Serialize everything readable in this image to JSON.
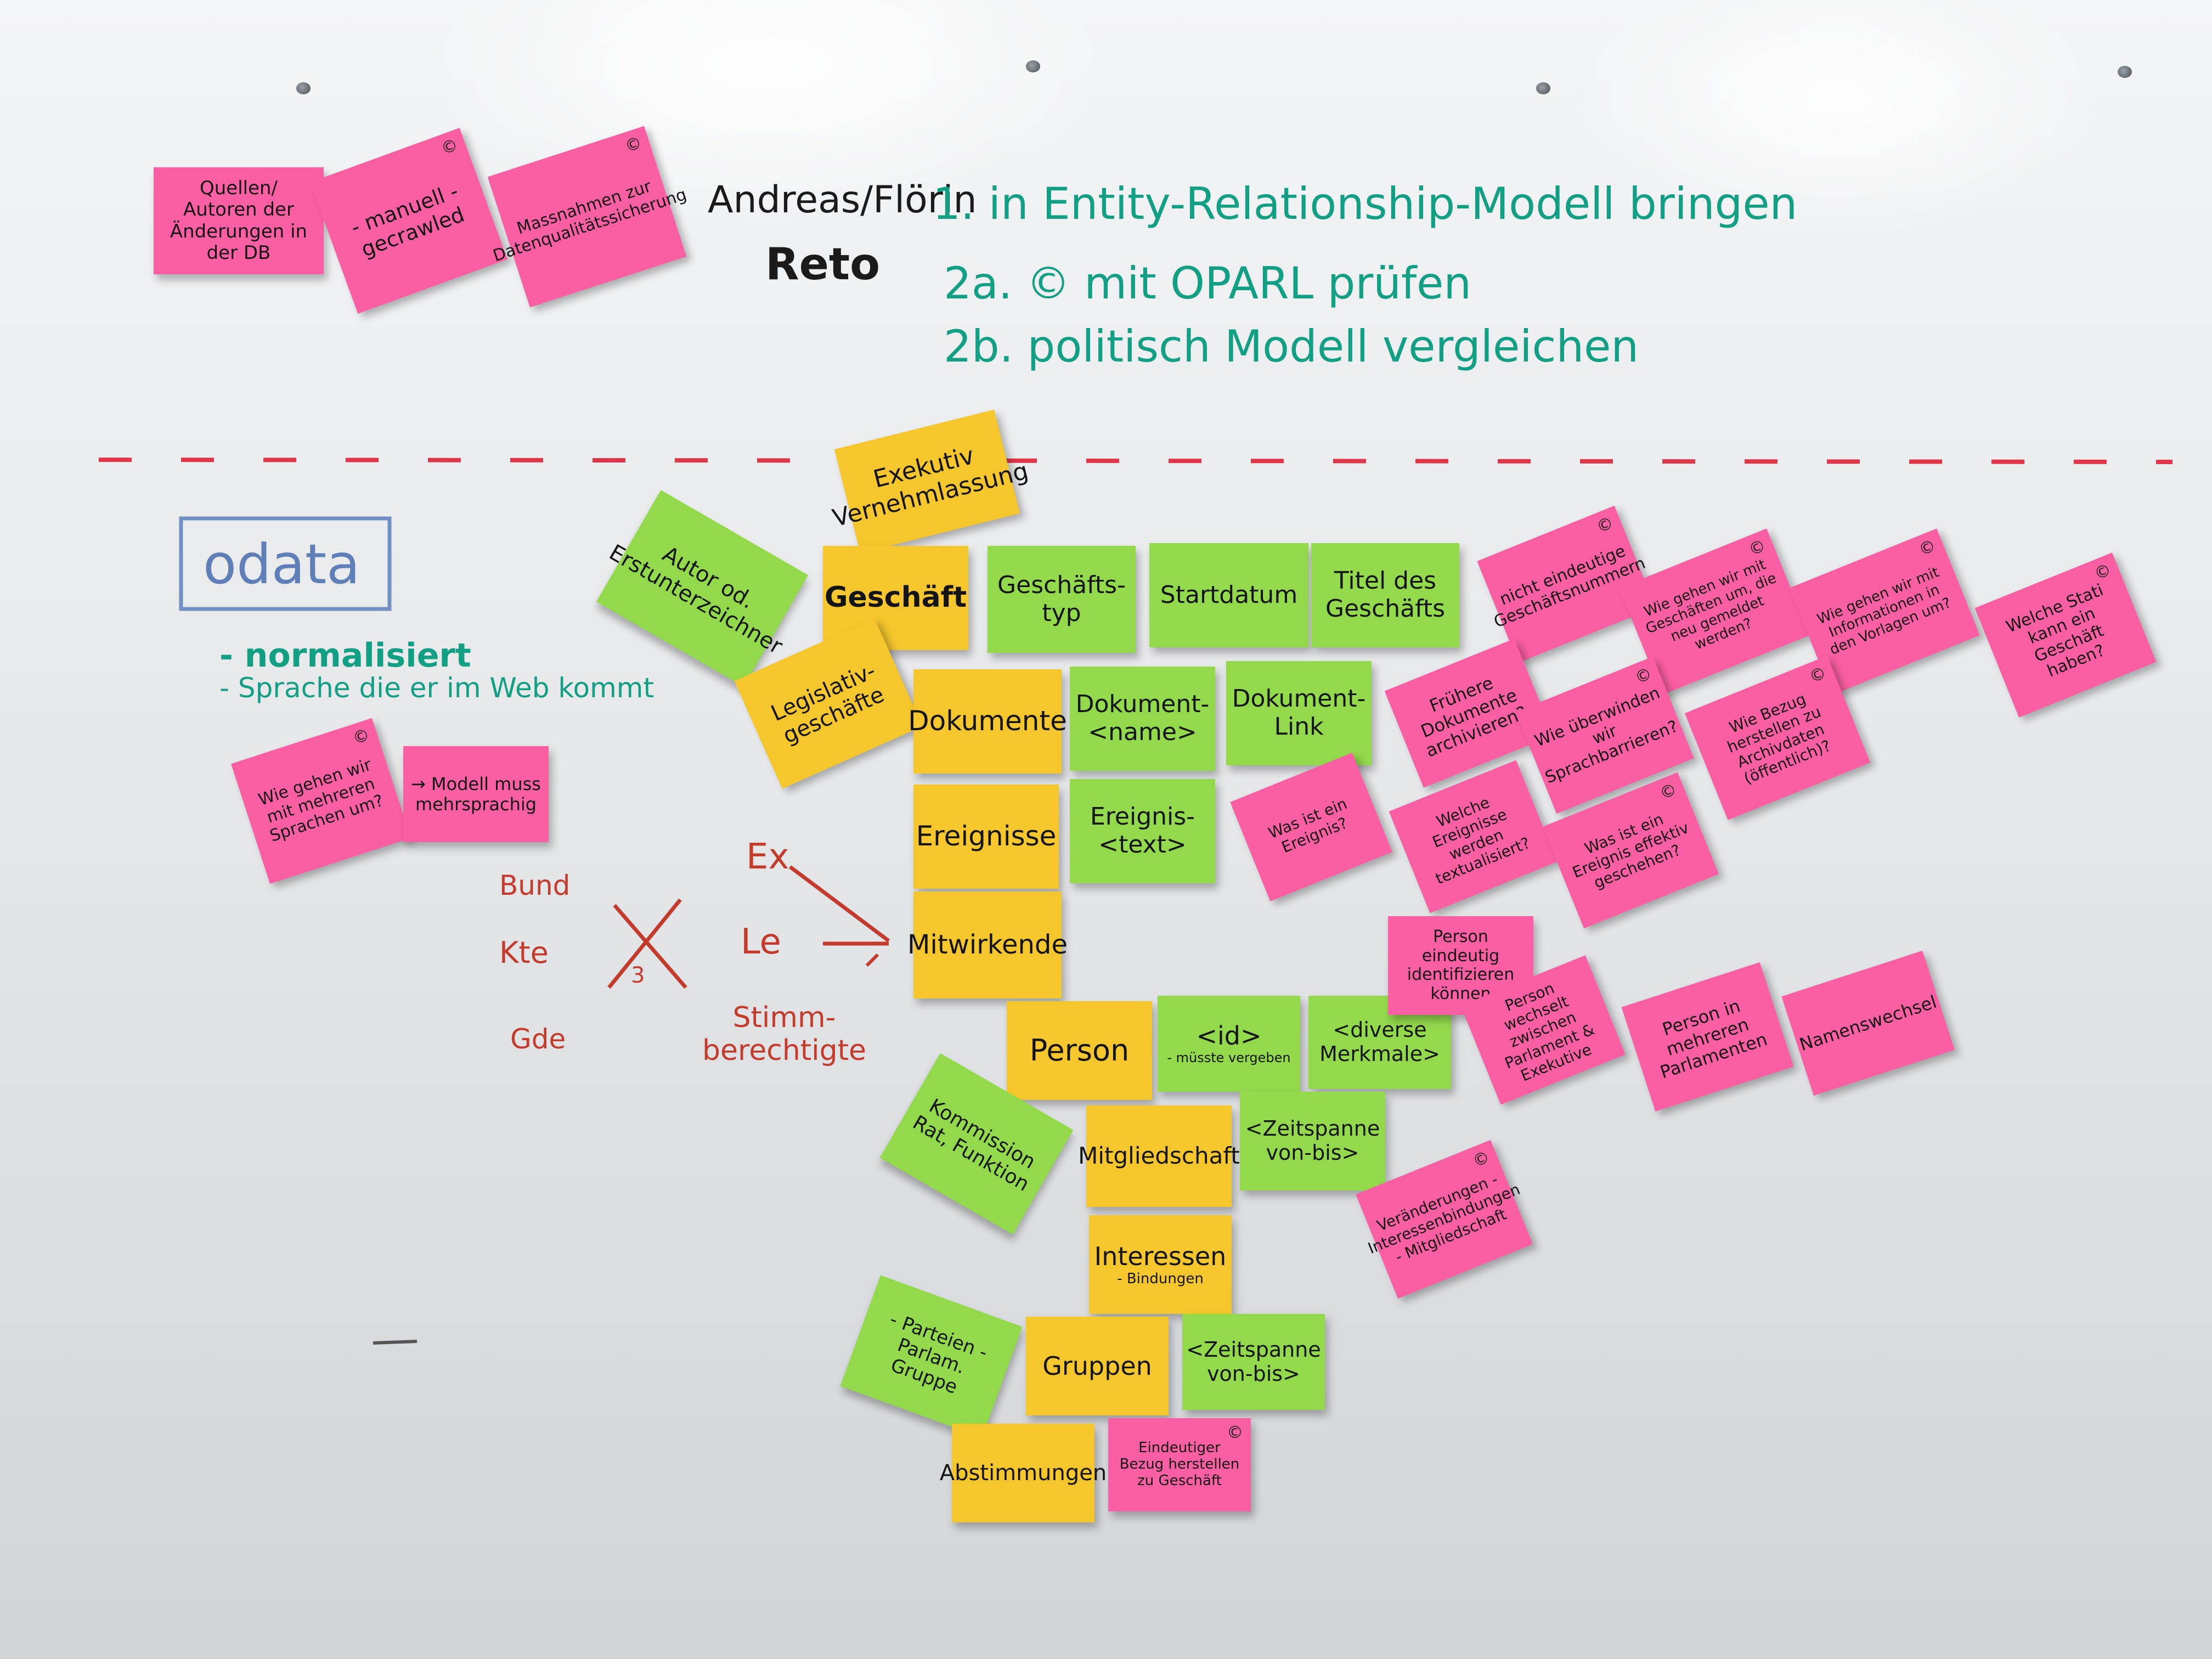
{
  "colors": {
    "board": "#e8eaec",
    "pink_note": "#fb5fa3",
    "green_note": "#93d94c",
    "yellow_note": "#f5c72d",
    "teal_marker": "#12a084",
    "red_marker": "#c53a2a",
    "black_marker": "#1b1b1b",
    "blue_marker": "#5f7fb8"
  },
  "header": {
    "names_line1": "Andreas/Flörin",
    "names_line2": "Reto",
    "step1": "1. in Entity-Relationship-Modell bringen",
    "step2a": "2a. © mit OPARL prüfen",
    "step2b": "2b. politisch Modell vergleichen"
  },
  "notes": {
    "quellen": "Quellen/ Autoren der Änderungen in der DB",
    "manuell": "- manuell - gecrawled",
    "massnahmen": "Massnahmen zur Datenqualitätssicherung",
    "copyright": "©"
  },
  "odata": {
    "title": "odata",
    "bullet1": "- normalisiert",
    "bullet2": "- Sprache die er im Web kommt"
  },
  "left_notes": {
    "mehrsprachig_q": "Wie gehen wir mit mehreren Sprachen um?",
    "mehrsprachig_a": "→ Modell muss mehrsprachig"
  },
  "levels": {
    "bund": "Bund",
    "kte": "Kte",
    "gde": "Gde",
    "cross_number": "3",
    "ex": "Ex",
    "le": "Le",
    "stimm": "Stimm-\nberechtigte"
  },
  "entities": {
    "exekutiv": "Exekutiv Vernehmlassung",
    "autor": "Autor od. Erstunterzeichner",
    "geschaeft": "Geschäft",
    "legislativ": "Legislativ-geschäfte",
    "geschaeftstyp": "Geschäfts-typ",
    "startdatum": "Startdatum",
    "titel": "Titel des Geschäfts",
    "dokumente": "Dokumente",
    "dok_name": "Dokument-<name>",
    "dok_link": "Dokument-Link",
    "ereignisse": "Ereignisse",
    "ereignis_text": "Ereignis-<text>",
    "mitwirkende": "Mitwirkende",
    "person": "Person",
    "id": "<id>",
    "id_note": "- müsste vergeben",
    "merkmale": "<diverse Merkmale>",
    "kommission": "Kommission Rat, Funktion",
    "mitgliedschaft": "Mitgliedschaft",
    "zeitspanne": "<Zeitspanne von-bis>",
    "interessen": "Interessen",
    "interessen_sub": "- Bindungen",
    "parteien": "- Parteien - Parlam. Gruppe",
    "gruppen": "Gruppen",
    "zeitspanne2": "<Zeitspanne von-bis>",
    "abstimmungen": "Abstimmungen",
    "bezug": "Eindeutiger Bezug herstellen zu Geschäft"
  },
  "questions": {
    "q1": "nicht eindeutige Geschäftsnummern",
    "q2": "Wie gehen wir mit Geschäften um, die neu gemeldet werden?",
    "q3": "Wie gehen wir mit Informationen in den Vorlagen um?",
    "q4": "Welche Stati kann ein Geschäft haben?",
    "q5": "Frühere Dokumente archivieren?",
    "q6": "Wie überwinden wir Sprachbarrieren?",
    "q7": "Wie Bezug herstellen zu Archivdaten (öffentlich)?",
    "q8": "Was ist ein Ereignis?",
    "q9": "Welche Ereignisse werden textualisiert?",
    "q10": "Was ist ein Ereignis effektiv geschehen?",
    "q11": "Person eindeutig identifizieren können",
    "q12": "Person wechselt zwischen Parlament & Exekutive",
    "q13": "Person in mehreren Parlamenten",
    "q14": "Namenswechsel",
    "q15": "Veränderungen - Interessenbindungen - Mitgliedschaft"
  }
}
